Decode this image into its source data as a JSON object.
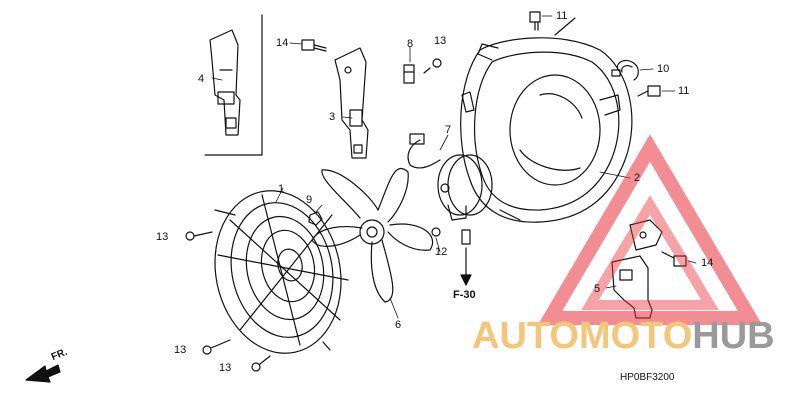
{
  "diagram": {
    "callouts": [
      "1",
      "2",
      "3",
      "4",
      "5",
      "6",
      "7",
      "8",
      "9",
      "10",
      "11",
      "11",
      "12",
      "13",
      "13",
      "13",
      "13",
      "14",
      "14"
    ],
    "flow_label": "F-30",
    "front_label": "FR.",
    "drawing_code": "HP0BF3200"
  },
  "watermark": {
    "part_a": "AUTOMOTO",
    "part_b": "HUB",
    "color_a": "#f5c57a",
    "color_b": "#9a9a9a",
    "triangle_color": "#e8323a"
  }
}
